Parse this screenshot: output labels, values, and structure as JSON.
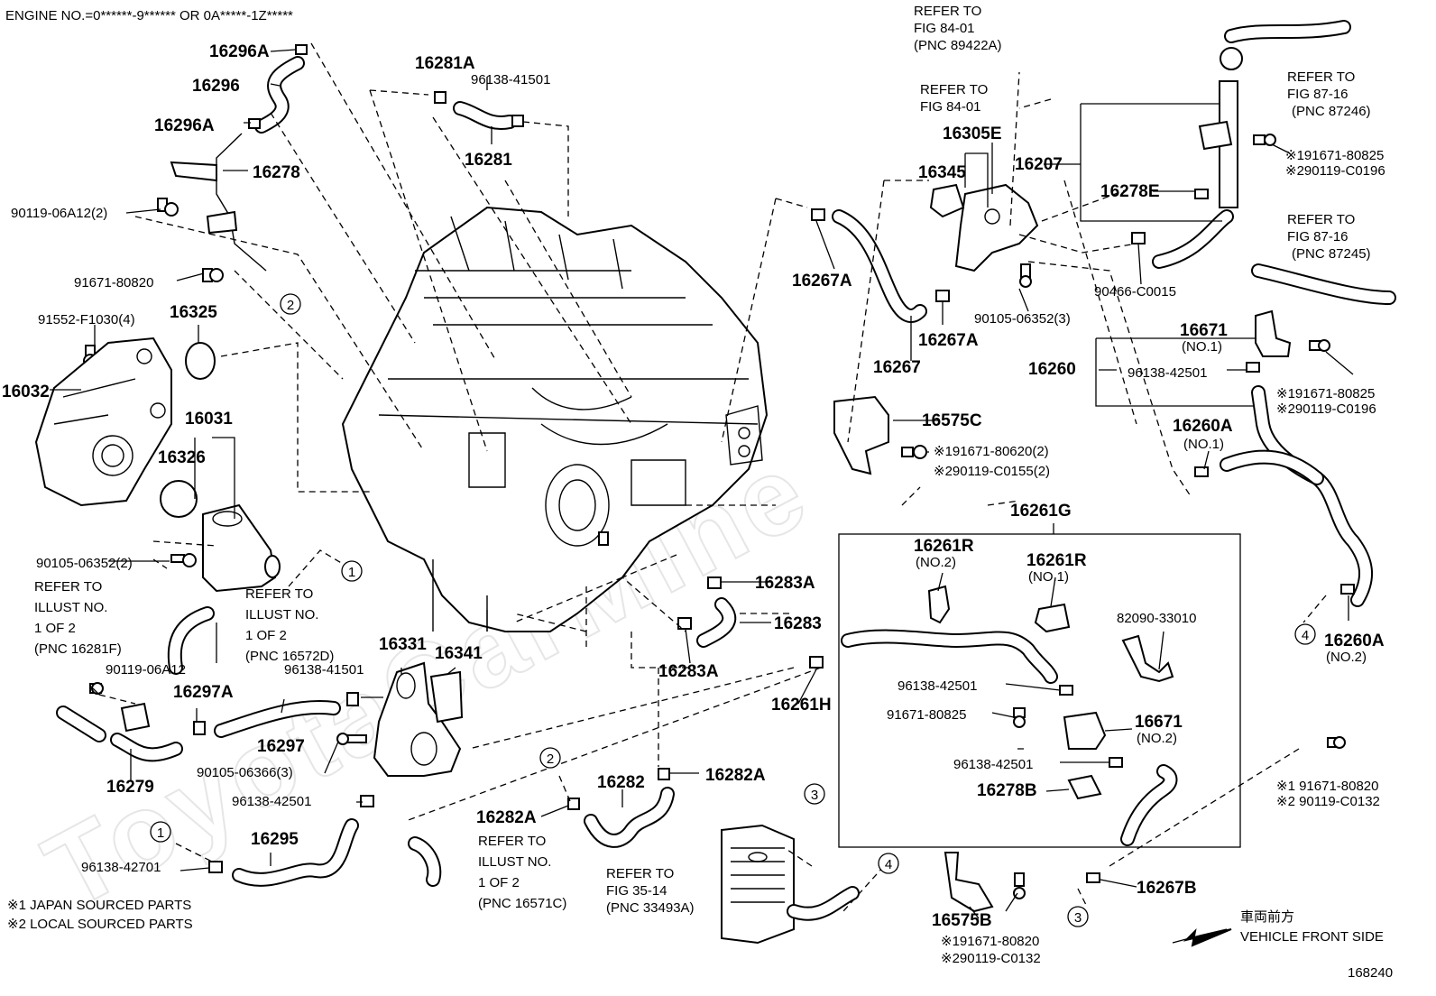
{
  "header": "ENGINE NO.=0******-9****** OR 0A*****-1Z*****",
  "figure_number": "168240",
  "watermark": "ToyotaCarMine",
  "direction": {
    "jp": "車両前方",
    "en": "VEHICLE FRONT SIDE"
  },
  "legend": {
    "line1": "※1 JAPAN SOURCED PARTS",
    "line2": "※2 LOCAL SOURCED PARTS"
  },
  "callouts": [
    "16296A",
    "16296",
    "16296A",
    "16278",
    "90119-06A12(2)",
    "91671-80820",
    "91552-F1030(4)",
    "16325",
    "16032",
    "16031",
    "16326",
    "90105-06352(2)",
    "16281A",
    "96138-41501",
    "16281",
    "16267A",
    "16267",
    "16267A",
    "16345",
    "16305E",
    "16207",
    "16278E",
    "90466-C0015",
    "90105-06352(3)",
    "16671",
    "(NO.1)",
    "16260",
    "96138-42501",
    "※191671-80825",
    "※290119-C0196",
    "※191671-80825",
    "※290119-C0196",
    "16260A",
    "(NO.1)",
    "16575C",
    "※191671-80620(2)",
    "※290119-C0155(2)",
    "16261G",
    "16261R",
    "(NO.2)",
    "16261R",
    "(NO.1)",
    "82090-33010",
    "96138-42501",
    "91671-80825",
    "16671",
    "(NO.2)",
    "96138-42501",
    "16278B",
    "16260A",
    "(NO.2)",
    "※1 91671-80820",
    "※2 90119-C0132",
    "16283A",
    "16283",
    "16283A",
    "16261H",
    "16331",
    "16341",
    "90119-06A12",
    "16297A",
    "96138-41501",
    "16297",
    "90105-06366(3)",
    "96138-42501",
    "16279",
    "16295",
    "96138-42701",
    "16282A",
    "16282",
    "16282A",
    "16575B",
    "※191671-80820",
    "※290119-C0132",
    "16267B"
  ],
  "refs": {
    "r1": [
      "REFER TO",
      "FIG 84-01",
      "(PNC 89422A)"
    ],
    "r2": [
      "REFER TO",
      "FIG 84-01"
    ],
    "r3": [
      "REFER TO",
      "FIG 87-16",
      "(PNC 87246)"
    ],
    "r4": [
      "REFER TO",
      "FIG 87-16",
      "(PNC 87245)"
    ],
    "r5": [
      "REFER TO",
      "ILLUST NO.",
      "1 OF 2",
      "(PNC 16281F)"
    ],
    "r6": [
      "REFER TO",
      "ILLUST NO.",
      "1 OF 2",
      "(PNC 16572D)"
    ],
    "r7": [
      "REFER TO",
      "ILLUST NO.",
      "1 OF 2",
      "(PNC 16571C)"
    ],
    "r8": [
      "REFER TO",
      "FIG 35-14",
      "(PNC 33493A)"
    ]
  },
  "circle_marks": [
    "1",
    "1",
    "2",
    "2",
    "3",
    "3",
    "4",
    "4"
  ]
}
